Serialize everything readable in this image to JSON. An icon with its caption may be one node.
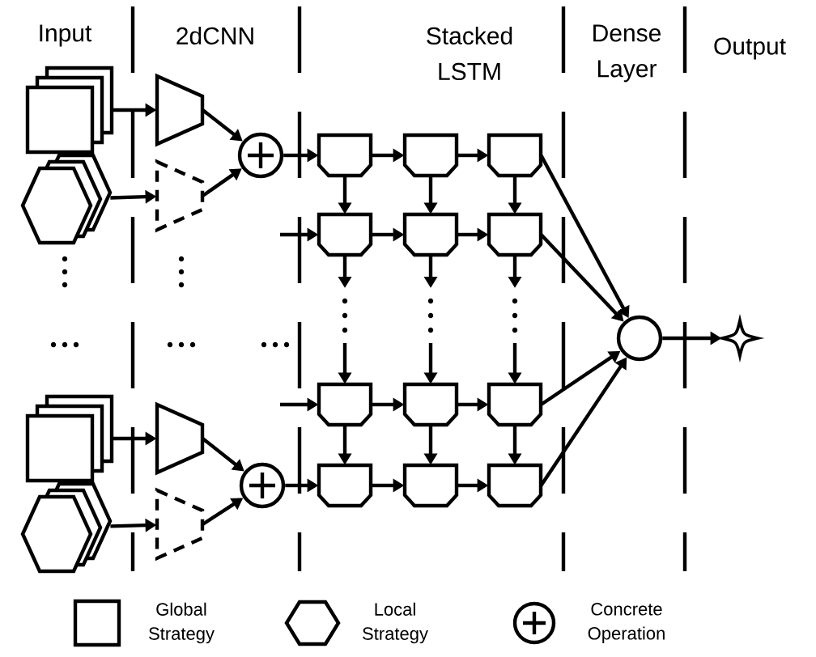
{
  "diagram": {
    "nodes": [
      {
        "text": [],
        "shape": "box"
      },
      {
        "text": [],
        "shape": "hexagon"
      },
      {
        "text": [],
        "shape": "box"
      },
      {
        "text": [],
        "shape": "hexagon"
      },
      {
        "text": [],
        "shape": "trapezoid"
      },
      {
        "text": [],
        "shape": "trapezoid"
      },
      {
        "text": [],
        "shape": "trapezoid"
      },
      {
        "text": [],
        "shape": "trapezoid"
      },
      {
        "text": [],
        "shape": "circle"
      },
      {
        "text": [],
        "shape": "circle"
      },
      {
        "text": [],
        "shape": "box"
      },
      {
        "text": [],
        "shape": "box"
      },
      {
        "text": [],
        "shape": "box"
      },
      {
        "text": [],
        "shape": "box"
      },
      {
        "text": [],
        "shape": "box"
      },
      {
        "text": [],
        "shape": "box"
      },
      {
        "text": [],
        "shape": "box"
      },
      {
        "text": [],
        "shape": "box"
      },
      {
        "text": [],
        "shape": "box"
      },
      {
        "text": [],
        "shape": "box"
      },
      {
        "text": [],
        "shape": "box"
      },
      {
        "text": [],
        "shape": "box"
      },
      {
        "text": [],
        "shape": "circle"
      },
      {
        "text": [],
        "shape": "star"
      }
    ],
    "edges": [
      {
        "from": 0,
        "to": 4,
        "arrow": "to"
      },
      {
        "from": 1,
        "to": 5,
        "arrow": "to"
      },
      {
        "from": 4,
        "to": 8,
        "arrow": "to"
      },
      {
        "from": 5,
        "to": 8,
        "arrow": "to"
      },
      {
        "from": 2,
        "to": 6,
        "arrow": "to"
      },
      {
        "from": 3,
        "to": 7,
        "arrow": "to"
      },
      {
        "from": 6,
        "to": 9,
        "arrow": "to"
      },
      {
        "from": 7,
        "to": 9,
        "arrow": "to"
      },
      {
        "from": 8,
        "to": 10,
        "arrow": "to"
      },
      {
        "from": 9,
        "to": 19,
        "arrow": "to"
      },
      {
        "from": null,
        "to": 13,
        "arrow": "to"
      },
      {
        "from": null,
        "to": 16,
        "arrow": "to"
      },
      {
        "from": 10,
        "to": 11,
        "arrow": "to"
      },
      {
        "from": 11,
        "to": 12,
        "arrow": "to"
      },
      {
        "from": 13,
        "to": 14,
        "arrow": "to"
      },
      {
        "from": 14,
        "to": 15,
        "arrow": "to"
      },
      {
        "from": 16,
        "to": 17,
        "arrow": "to"
      },
      {
        "from": 17,
        "to": 18,
        "arrow": "to"
      },
      {
        "from": 19,
        "to": 20,
        "arrow": "to"
      },
      {
        "from": 20,
        "to": 21,
        "arrow": "to"
      },
      {
        "from": 10,
        "to": 13,
        "arrow": "to"
      },
      {
        "from": 11,
        "to": 14,
        "arrow": "to"
      },
      {
        "from": 12,
        "to": 15,
        "arrow": "to"
      },
      {
        "from": 13,
        "to": null,
        "arrow": "to"
      },
      {
        "from": 14,
        "to": null,
        "arrow": "to"
      },
      {
        "from": 15,
        "to": null,
        "arrow": "to"
      },
      {
        "from": null,
        "to": 16,
        "arrow": "to"
      },
      {
        "from": null,
        "to": 17,
        "arrow": "to"
      },
      {
        "from": null,
        "to": 18,
        "arrow": "to"
      },
      {
        "from": 16,
        "to": 19,
        "arrow": "to"
      },
      {
        "from": 17,
        "to": 20,
        "arrow": "to"
      },
      {
        "from": 18,
        "to": 21,
        "arrow": "to"
      },
      {
        "from": 12,
        "to": 22,
        "arrow": "to"
      },
      {
        "from": 15,
        "to": 22,
        "arrow": "to"
      },
      {
        "from": 18,
        "to": 22,
        "arrow": "to"
      },
      {
        "from": 21,
        "to": 22,
        "arrow": "to"
      },
      {
        "from": 22,
        "to": 23,
        "arrow": "to"
      }
    ],
    "labels": [
      "Input",
      "2dCNN",
      "Stacked LSTM",
      "Dense Layer",
      "Output"
    ],
    "legend": [
      {
        "text": "Global Strategy"
      },
      {
        "text": "Local Strategy"
      },
      {
        "text": "Concrete Operation"
      }
    ]
  }
}
